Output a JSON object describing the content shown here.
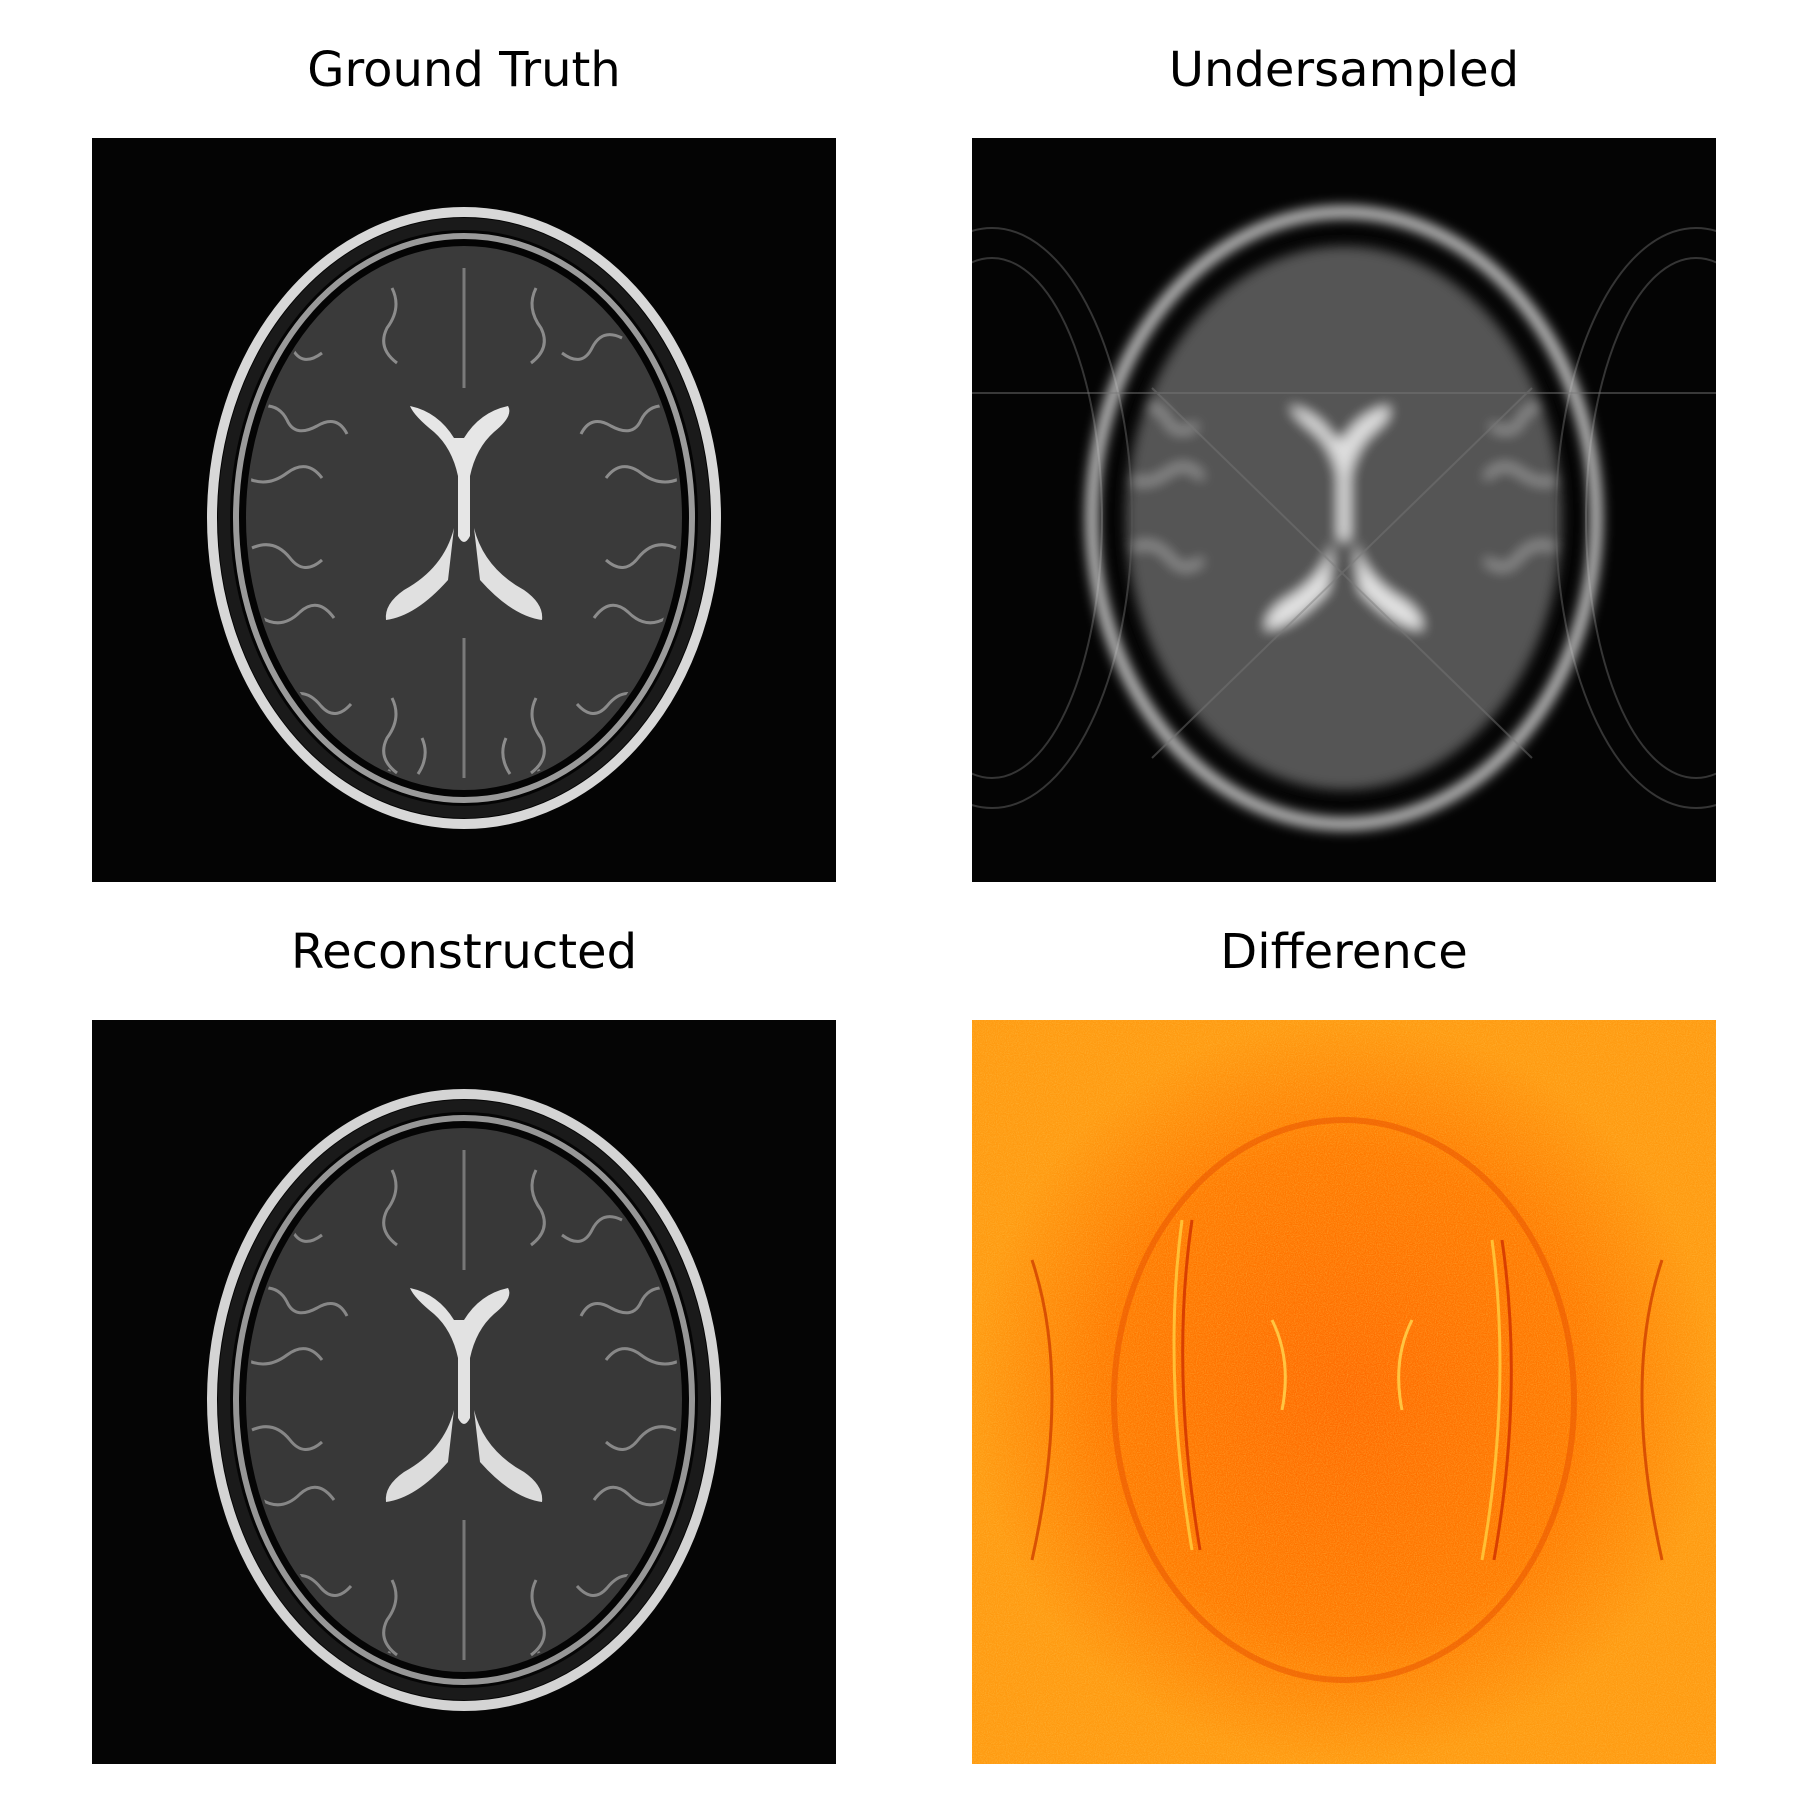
{
  "panels": [
    {
      "title": "Ground Truth",
      "kind": "sharp"
    },
    {
      "title": "Undersampled",
      "kind": "blurred"
    },
    {
      "title": "Reconstructed",
      "kind": "sharp"
    },
    {
      "title": "Difference",
      "kind": "difference"
    }
  ],
  "colors": {
    "background": "#ffffff",
    "image_background": "#040404",
    "difference_base": "#ff8c00",
    "difference_dark": "#e04000",
    "difference_bright": "#ffe040"
  }
}
